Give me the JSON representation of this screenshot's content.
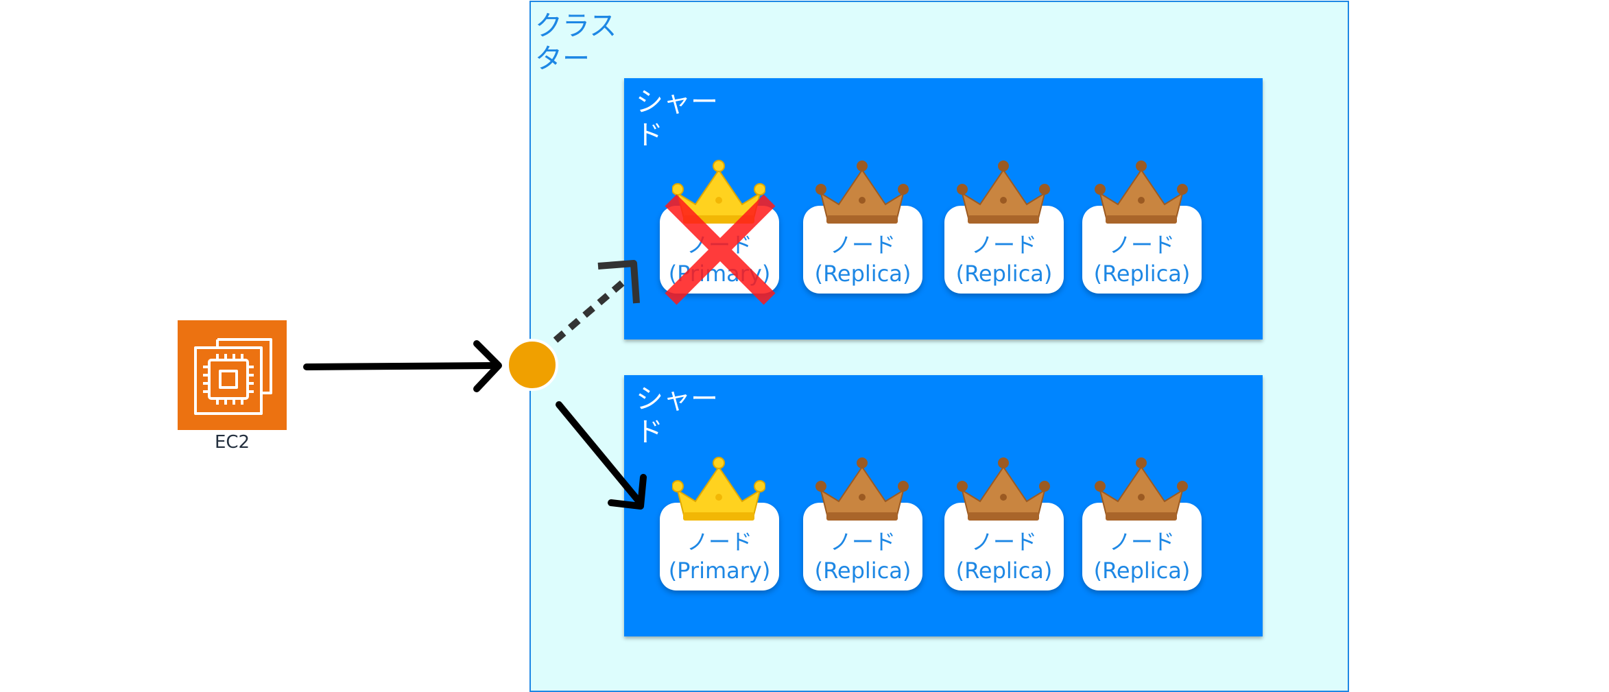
{
  "ec2": {
    "label": "EC2",
    "icon": "ec2-chip-icon",
    "color": "#ec7211"
  },
  "cluster": {
    "label": "クラスター",
    "border_color": "#1d87e4",
    "fill_color": "#ddfdfd"
  },
  "shards": [
    {
      "label": "シャード",
      "nodes": [
        {
          "line1": "ノード",
          "line2": "(Primary)",
          "role": "primary",
          "crown": "gold-crown-icon",
          "failed": true
        },
        {
          "line1": "ノード",
          "line2": "(Replica)",
          "role": "replica",
          "crown": "bronze-crown-icon"
        },
        {
          "line1": "ノード",
          "line2": "(Replica)",
          "role": "replica",
          "crown": "bronze-crown-icon"
        },
        {
          "line1": "ノード",
          "line2": "(Replica)",
          "role": "replica",
          "crown": "bronze-crown-icon"
        }
      ]
    },
    {
      "label": "シャード",
      "nodes": [
        {
          "line1": "ノード",
          "line2": "(Primary)",
          "role": "primary",
          "crown": "gold-crown-icon"
        },
        {
          "line1": "ノード",
          "line2": "(Replica)",
          "role": "replica",
          "crown": "bronze-crown-icon"
        },
        {
          "line1": "ノード",
          "line2": "(Replica)",
          "role": "replica",
          "crown": "bronze-crown-icon"
        },
        {
          "line1": "ノード",
          "line2": "(Replica)",
          "role": "replica",
          "crown": "bronze-crown-icon"
        }
      ]
    }
  ],
  "connectors": {
    "router_dot_color": "#f0a000",
    "to_failed_shard": "dotted",
    "to_active_shard": "solid",
    "failure_mark_color": "#ff1a1a"
  }
}
